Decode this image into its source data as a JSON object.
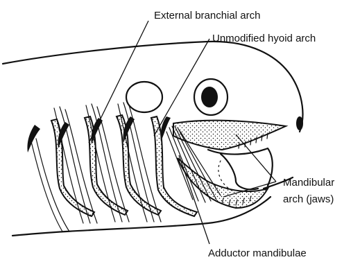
{
  "labels": {
    "external_branchial_arch": "External branchial arch",
    "unmodified_hyoid_arch": "Unmodified hyoid arch",
    "mandibular_arch_line1": "Mandibular",
    "mandibular_arch_line2": "arch (jaws)",
    "adductor_mandibulae": "Adductor mandibulae"
  },
  "colors": {
    "ink": "#111111",
    "background": "#ffffff"
  }
}
